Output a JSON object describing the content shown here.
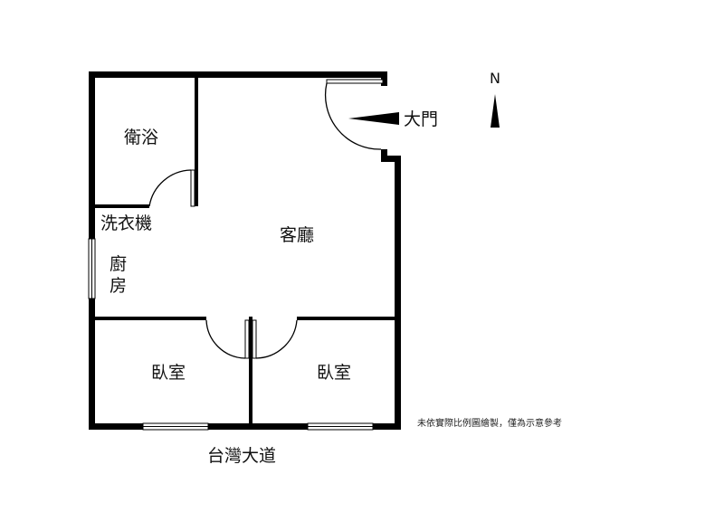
{
  "rooms": {
    "bathroom": "衛浴",
    "laundry": "洗衣機",
    "kitchen_line1": "廚",
    "kitchen_line2": "房",
    "living_room": "客廳",
    "bedroom_left": "臥室",
    "bedroom_right": "臥室"
  },
  "entrance": {
    "label": "大門"
  },
  "compass": {
    "north_label": "N"
  },
  "street": {
    "label": "台灣大道"
  },
  "disclaimer": "未依實際比例圖繪製，僅為示意參考",
  "colors": {
    "wall": "#000000",
    "background": "#ffffff"
  }
}
